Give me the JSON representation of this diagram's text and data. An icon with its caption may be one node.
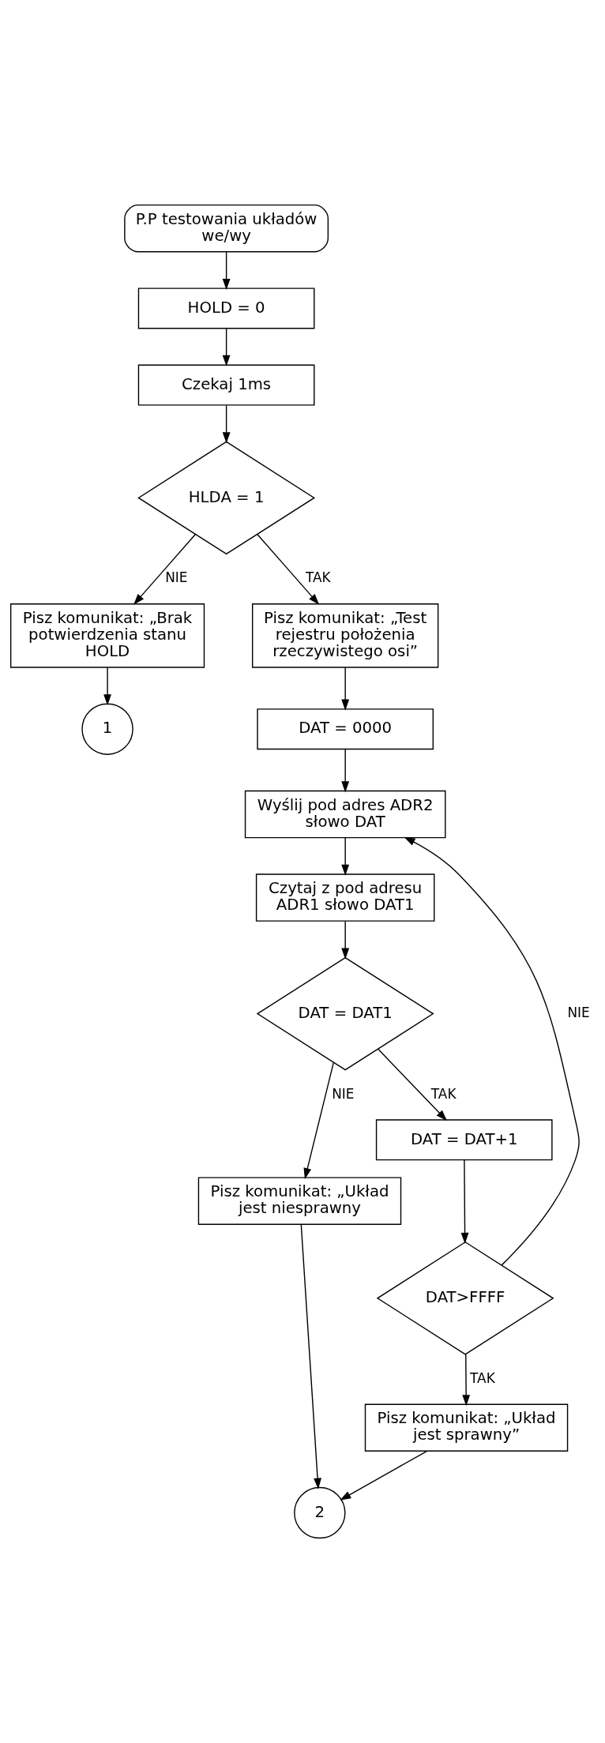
{
  "diagram": {
    "nodes": [
      {
        "text": [
          "P.P testowania układów we/wy"
        ]
      },
      {
        "text": [
          "HOLD = 0"
        ]
      },
      {
        "text": [
          "Czekaj 1ms"
        ]
      },
      {
        "text": [
          "HLDA = 1"
        ]
      },
      {
        "text": [
          "Pisz komunikat: „Brak potwierdzenia stanu HOLD"
        ]
      },
      {
        "text": [
          "1"
        ]
      },
      {
        "text": [
          "Pisz komunikat: „Test rejestru położenia rzeczywistego osi”"
        ]
      },
      {
        "text": [
          "DAT = 0000"
        ]
      },
      {
        "text": [
          "Wyślij pod adres ADR2 słowo DAT"
        ]
      },
      {
        "text": [
          "Czytaj z pod adresu ADR1 słowo DAT1"
        ]
      },
      {
        "text": [
          "DAT = DAT1"
        ]
      },
      {
        "text": [
          "Pisz komunikat: „Układ jest niesprawny"
        ]
      },
      {
        "text": [
          "DAT = DAT+1"
        ]
      },
      {
        "text": [
          "DAT>FFFF"
        ]
      },
      {
        "text": [
          "Pisz komunikat: „Układ jest sprawny”"
        ]
      },
      {
        "text": [
          "2"
        ]
      }
    ],
    "edges": [
      {
        "from": 0,
        "to": 1,
        "arrow": "to"
      },
      {
        "from": 1,
        "to": 2,
        "arrow": "to"
      },
      {
        "from": 2,
        "to": 3,
        "arrow": "to"
      },
      {
        "from": 3,
        "to": 4,
        "arrow": "to",
        "label": "NIE"
      },
      {
        "from": 3,
        "to": 6,
        "arrow": "to",
        "label": "TAK"
      },
      {
        "from": 4,
        "to": 5,
        "arrow": "to"
      },
      {
        "from": 6,
        "to": 7,
        "arrow": "to"
      },
      {
        "from": 7,
        "to": 8,
        "arrow": "to"
      },
      {
        "from": 8,
        "to": 9,
        "arrow": "to"
      },
      {
        "from": 9,
        "to": 10,
        "arrow": "to"
      },
      {
        "from": 10,
        "to": 11,
        "arrow": "to",
        "label": "NIE"
      },
      {
        "from": 10,
        "to": 12,
        "arrow": "to",
        "label": "TAK"
      },
      {
        "from": 12,
        "to": 13,
        "arrow": "to"
      },
      {
        "from": 13,
        "to": 8,
        "arrow": "to",
        "label": "NIE"
      },
      {
        "from": 13,
        "to": 14,
        "arrow": "to",
        "label": "TAK"
      },
      {
        "from": 14,
        "to": 15,
        "arrow": "to"
      },
      {
        "from": 11,
        "to": 15,
        "arrow": "to"
      }
    ]
  }
}
